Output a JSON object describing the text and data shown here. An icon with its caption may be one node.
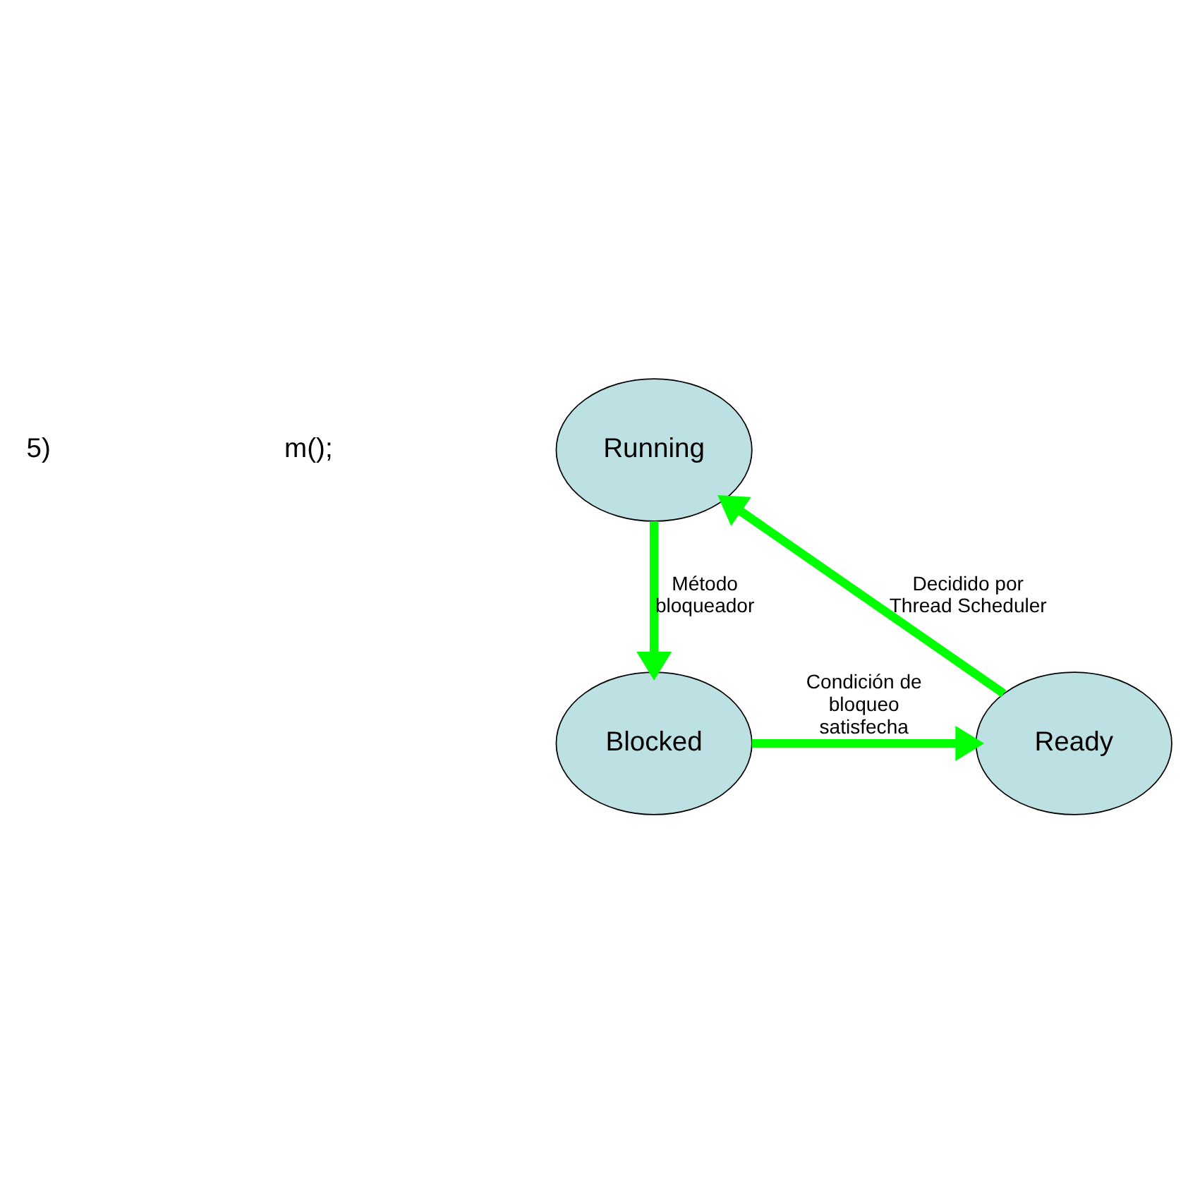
{
  "diagram": {
    "nodes": [
      {
        "text": [
          "Running"
        ]
      },
      {
        "text": [
          "Blocked"
        ]
      },
      {
        "text": [
          "Ready"
        ]
      }
    ],
    "edges": [
      {
        "from": 0,
        "to": 1,
        "arrow": "to",
        "label": "Método bloqueador"
      },
      {
        "from": 1,
        "to": 2,
        "arrow": "to",
        "label": "Condición de bloqueo satisfecha"
      },
      {
        "from": 2,
        "to": 0,
        "arrow": "to",
        "label": "Decidido por Thread Scheduler"
      }
    ],
    "labels": [
      "5)",
      "m();"
    ]
  }
}
